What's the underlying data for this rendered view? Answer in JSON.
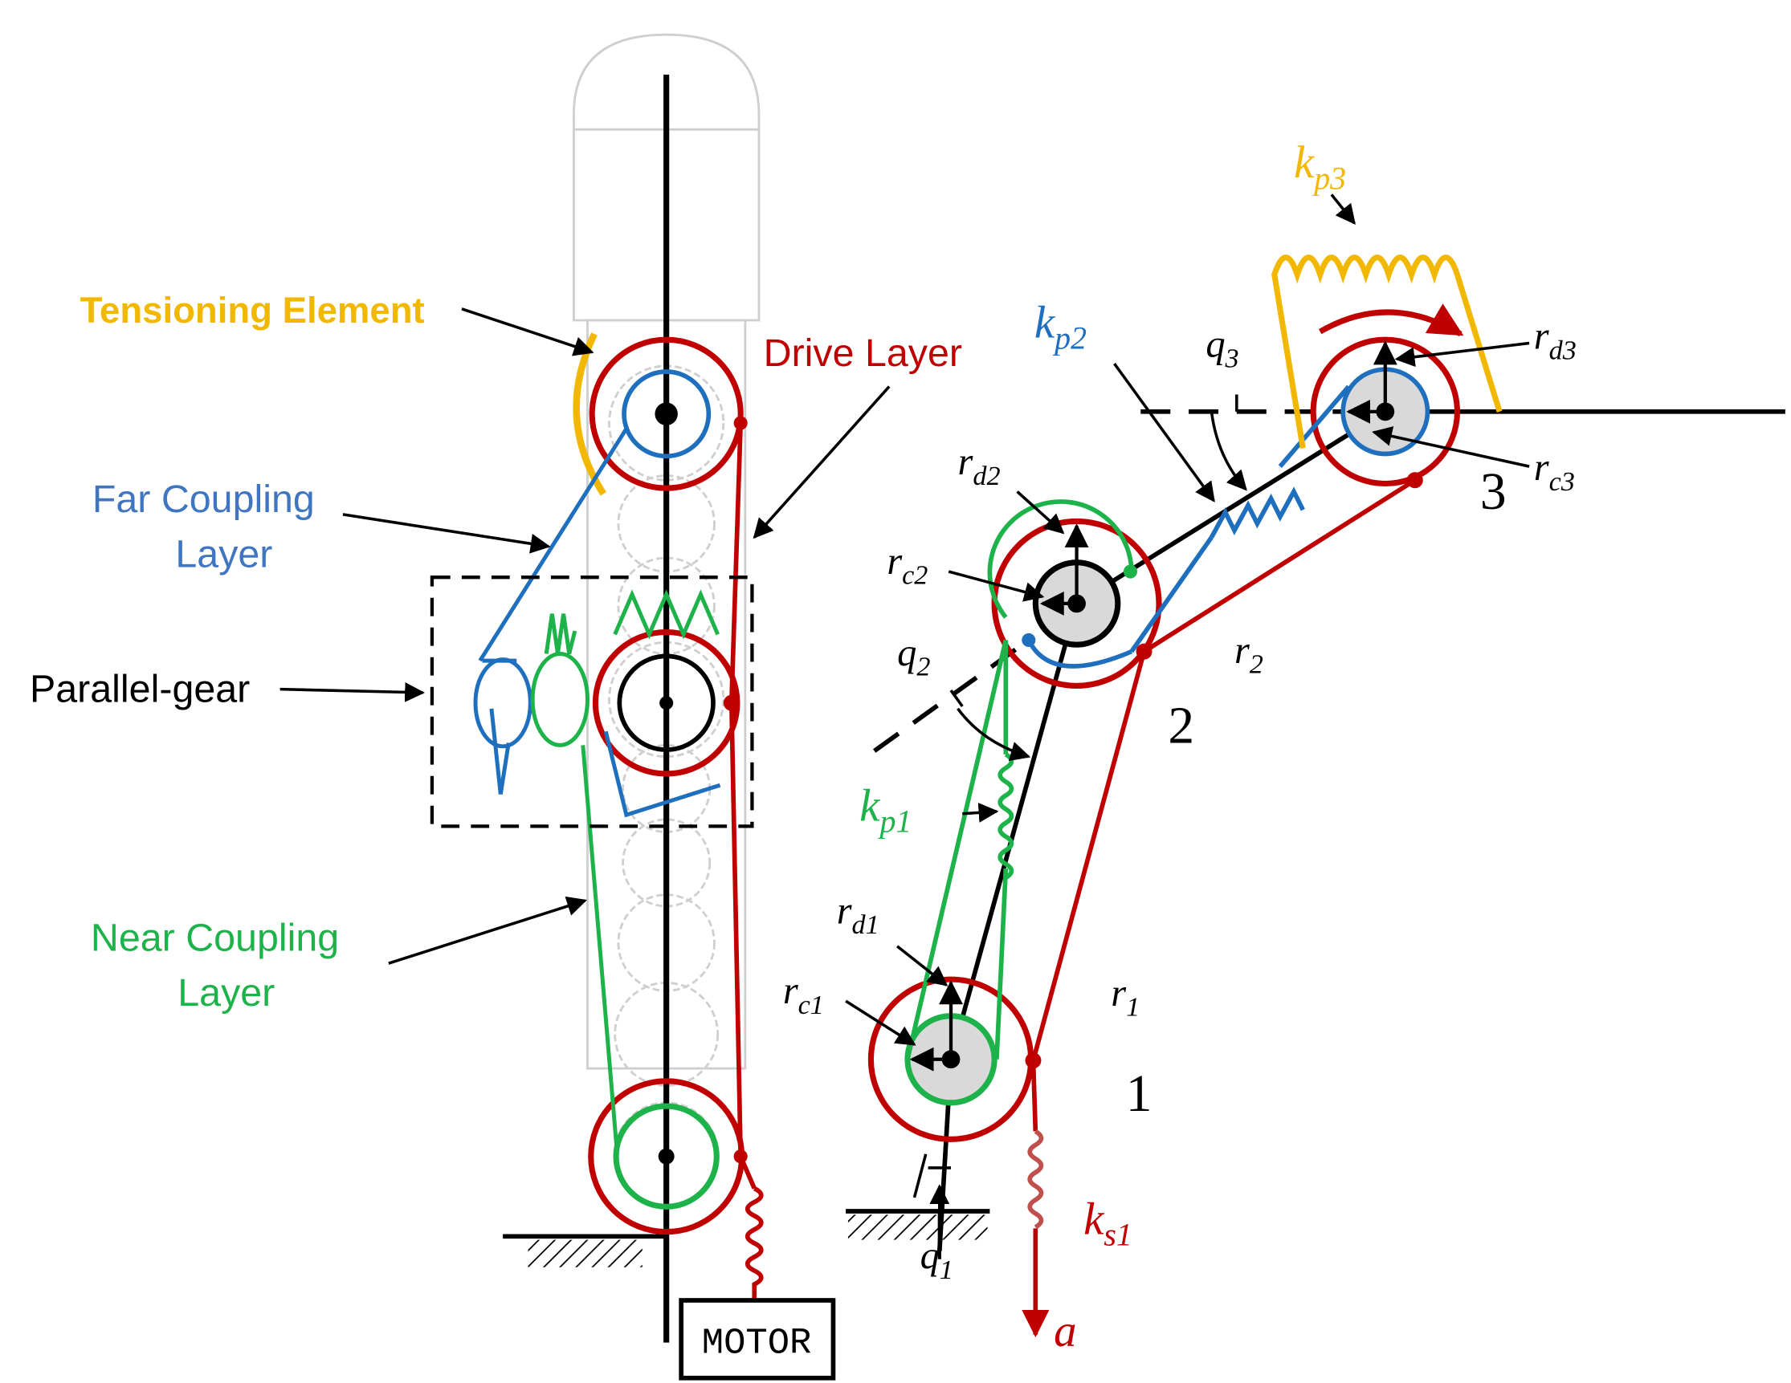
{
  "colors": {
    "drive": "#c00000",
    "far": "#1f6fbf",
    "near": "#1db34a",
    "tension": "#f2b800",
    "black": "#000000",
    "ghost": "#cfcfcf",
    "hub": "#d9d9d9",
    "spring_ks": "#c0504d"
  },
  "labels": {
    "tensioning": "Tensioning Element",
    "drive_layer": "Drive Layer",
    "far_l1": "Far Coupling",
    "far_l2": "Layer",
    "parallel_gear": "Parallel-gear",
    "near_l1": "Near Coupling",
    "near_l2": "Layer",
    "motor": "MOTOR"
  },
  "symbols": {
    "kp3": {
      "base": "k",
      "sub": "p3"
    },
    "kp2": {
      "base": "k",
      "sub": "p2"
    },
    "kp1": {
      "base": "k",
      "sub": "p1"
    },
    "ks1": {
      "base": "k",
      "sub": "s1"
    },
    "q3": {
      "base": "q",
      "sub": "3"
    },
    "q2": {
      "base": "q",
      "sub": "2"
    },
    "q1": {
      "base": "q",
      "sub": "1"
    },
    "rd3": {
      "base": "r",
      "sub": "d3"
    },
    "rc3": {
      "base": "r",
      "sub": "c3"
    },
    "rd2": {
      "base": "r",
      "sub": "d2"
    },
    "rc2": {
      "base": "r",
      "sub": "c2"
    },
    "rd1": {
      "base": "r",
      "sub": "d1"
    },
    "rc1": {
      "base": "r",
      "sub": "c1"
    },
    "r2": {
      "base": "r",
      "sub": "2"
    },
    "r1": {
      "base": "r",
      "sub": "1"
    },
    "a": "a"
  },
  "joint_numbers": {
    "j1": "1",
    "j2": "2",
    "j3": "3"
  }
}
